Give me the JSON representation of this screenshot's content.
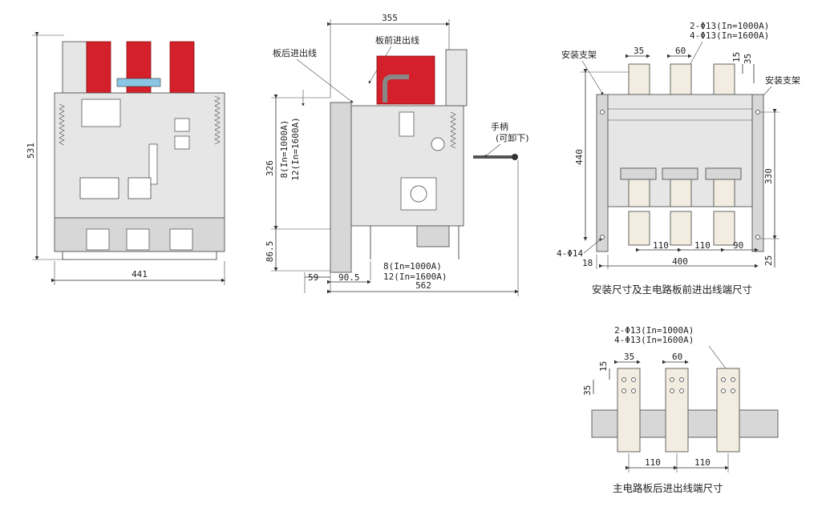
{
  "front_view": {
    "height": "531",
    "width": "441"
  },
  "side_view": {
    "top_width": "355",
    "label_rear_wiring": "板后进出线",
    "label_front_wiring": "板前进出线",
    "handle_label_1": "手柄",
    "handle_label_2": "(可卸下)",
    "vertical_326": "326",
    "vertical_note_8": "8(In=1000A)",
    "vertical_note_12": "12(In=1600A)",
    "vertical_86_5": "86.5",
    "dim_59": "59",
    "dim_90_5": "90.5",
    "bottom_note_8": "8(In=1000A)",
    "bottom_note_12": "12(In=1600A)",
    "bottom_width": "562"
  },
  "install_view": {
    "bracket_left": "安装支架",
    "bracket_right": "安装支架",
    "hole_note_1": "2-Φ13(In=1000A)",
    "hole_note_2": "4-Φ13(In=1600A)",
    "dim_35": "35",
    "dim_60": "60",
    "dim_15": "15",
    "dim_35b": "35",
    "height_440": "440",
    "height_330": "330",
    "mount_holes": "4-Φ14",
    "dim_18": "18",
    "dim_110a": "110",
    "dim_110b": "110",
    "dim_90": "90",
    "width_400": "400",
    "dim_25": "25",
    "caption": "安装尺寸及主电路板前进出线端尺寸"
  },
  "rear_view": {
    "hole_note_1": "2-Φ13(In=1000A)",
    "hole_note_2": "4-Φ13(In=1600A)",
    "dim_15": "15",
    "dim_35": "35",
    "dim_60": "60",
    "dim_35v": "35",
    "dim_110a": "110",
    "dim_110b": "110",
    "caption": "主电路板后进出线端尺寸"
  }
}
